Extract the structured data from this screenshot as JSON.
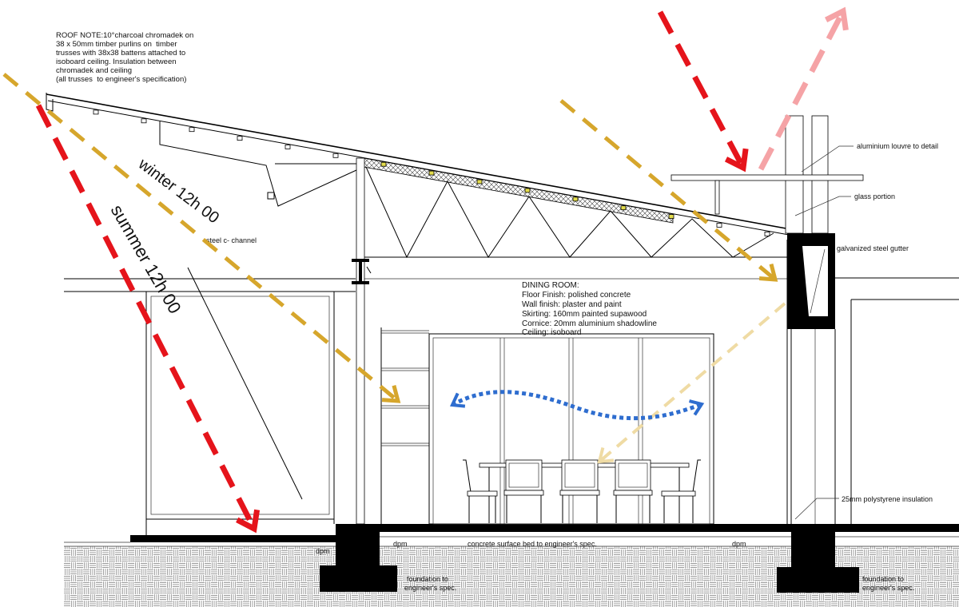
{
  "roof_note": [
    "ROOF NOTE:10°charcoal chromadek on",
    "38 x 50mm timber purlins on  timber",
    "trusses with 38x38 battens attached to",
    "isoboard ceiling. Insulation between",
    "chromadek and ceiling",
    "(all trusses  to engineer's specification)"
  ],
  "sun_angles": {
    "winter": "winter 12h 00",
    "summer": "summer 12h 00"
  },
  "callouts": {
    "steel_channel": "steel c- channel",
    "louvre": "aluminium louvre to detail",
    "glass": "glass portion",
    "gutter": "galvanized steel gutter",
    "insulation": "25mm polystyrene insulation"
  },
  "dining_room": {
    "title": "DINING ROOM:",
    "floor": "Floor Finish: polished concrete",
    "wall": "Wall finish: plaster and paint",
    "skirting": "Skirting: 160mm painted supawood",
    "cornice": "Cornice: 20mm aluminium shadowline",
    "ceiling": "Ceiling: isoboard"
  },
  "floor_labels": {
    "dpm_left": "dpm",
    "dpm_center": "dpm",
    "surface_bed": "concrete surface bed to engineer's spec.",
    "dpm_right": "dpm"
  },
  "foundations": {
    "left": {
      "line1": "foundation to",
      "line2": "engineer's spec."
    },
    "right": {
      "line1": "foundation to",
      "line2": "engineer's spec."
    }
  },
  "colors": {
    "summer_sun": "#e5141b",
    "winter_sun": "#d6a62c",
    "reflected_light": "#efdba4",
    "outgoing_heat": "#f5a3a6",
    "cross_ventilation": "#2e6dcf"
  }
}
